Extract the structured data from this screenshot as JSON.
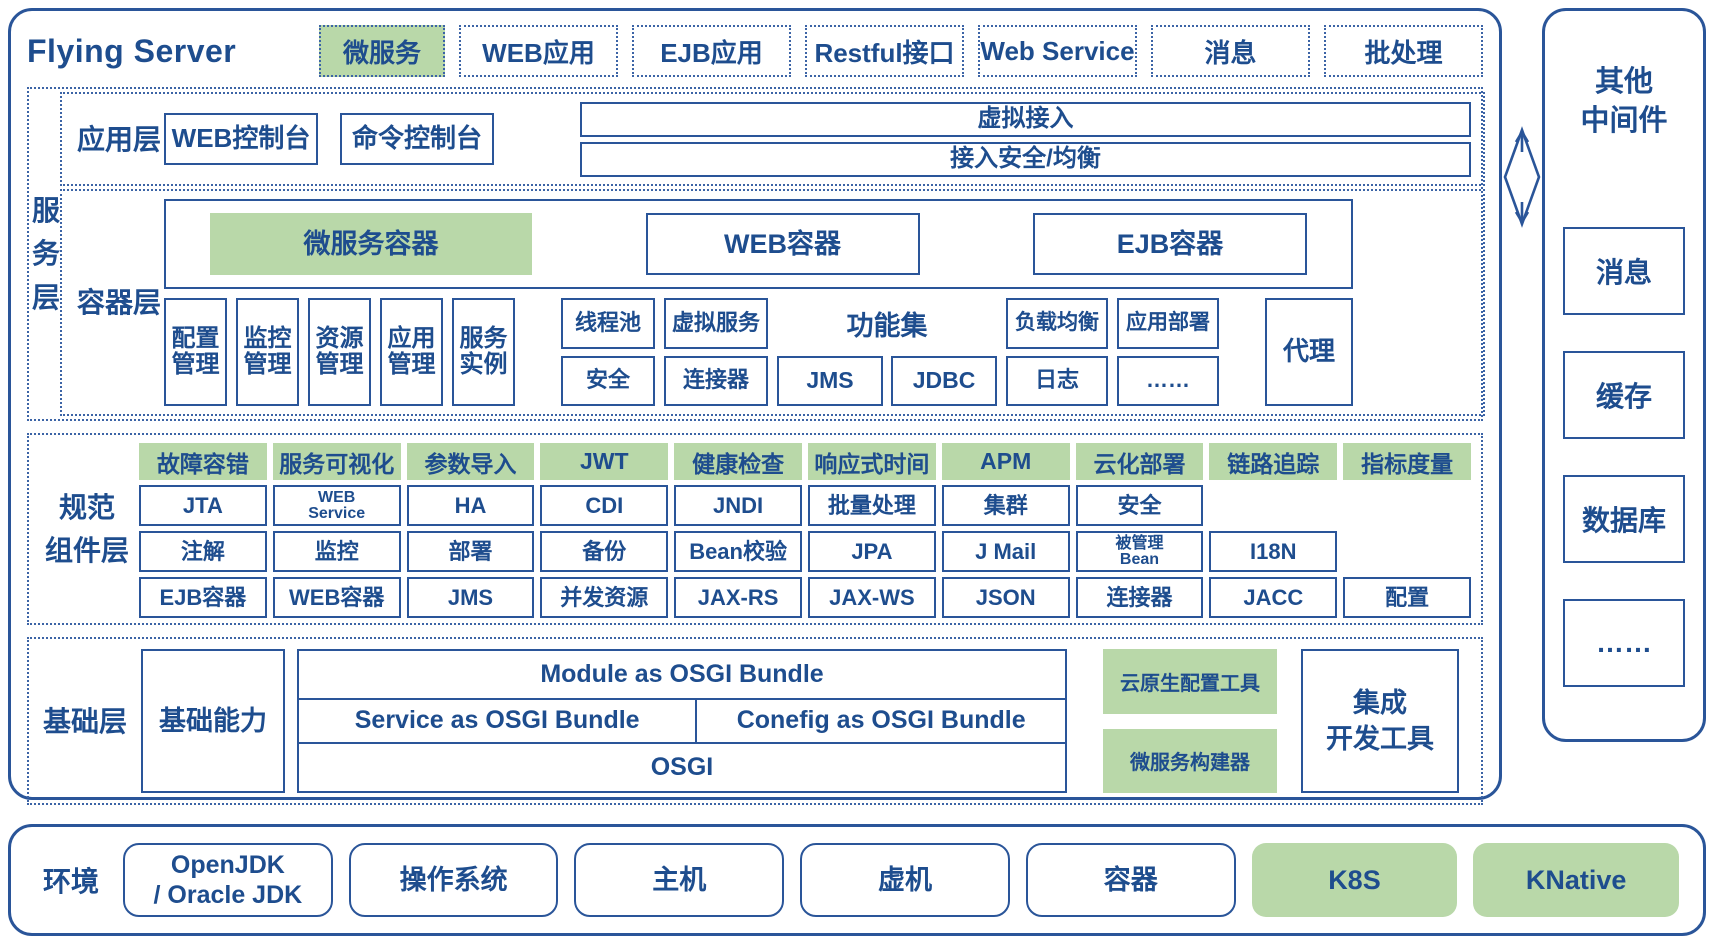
{
  "colors": {
    "blue": "#1e4d8e",
    "green": "#b9d8a9"
  },
  "title": "Flying Server",
  "header": {
    "items": [
      "微服务",
      "WEB应用",
      "EJB应用",
      "Restful接口",
      "Web Service",
      "消息",
      "批处理"
    ]
  },
  "service_layer": {
    "label": "服\n务\n层",
    "app_layer": {
      "label": "应用层",
      "consoles": [
        "WEB控制台",
        "命令控制台"
      ],
      "access": [
        "虚拟接入",
        "接入安全/均衡"
      ]
    },
    "container_layer": {
      "label": "容器层",
      "containers": [
        "微服务容器",
        "WEB容器",
        "EJB容器"
      ],
      "mgmt": [
        "配置\n管理",
        "监控\n管理",
        "资源\n管理",
        "应用\n管理",
        "服务\n实例"
      ],
      "pair1": [
        "线程池",
        "安全"
      ],
      "pair2": [
        "虚拟服务",
        "连接器"
      ],
      "funcset_label": "功能集",
      "funcset_items": [
        "JMS",
        "JDBC"
      ],
      "pair3": [
        "负载均衡",
        "日志"
      ],
      "pair4": [
        "应用部署",
        "……"
      ],
      "proxy": "代理"
    }
  },
  "spec_layer": {
    "label": "规范\n组件层",
    "columns": [
      {
        "header": "故障容错",
        "cells": [
          "JTA",
          "注解",
          "EJB容器"
        ]
      },
      {
        "header": "服务可视化",
        "cells": [
          "WEB\nService",
          "监控",
          "WEB容器"
        ]
      },
      {
        "header": "参数导入",
        "cells": [
          "HA",
          "部署",
          "JMS"
        ]
      },
      {
        "header": "JWT",
        "cells": [
          "CDI",
          "备份",
          "并发资源"
        ]
      },
      {
        "header": "健康检查",
        "cells": [
          "JNDI",
          "Bean校验",
          "JAX-RS"
        ]
      },
      {
        "header": "响应式时间",
        "cells": [
          "批量处理",
          "JPA",
          "JAX-WS"
        ]
      },
      {
        "header": "APM",
        "cells": [
          "集群",
          "J Mail",
          "JSON"
        ]
      },
      {
        "header": "云化部署",
        "cells": [
          "安全",
          "被管理\nBean",
          "连接器"
        ]
      },
      {
        "header": "链路追踪",
        "cells": [
          "",
          "I18N",
          "JACC"
        ]
      },
      {
        "header": "指标度量",
        "cells": [
          "",
          "",
          "配置"
        ]
      }
    ]
  },
  "base_layer": {
    "label": "基础层",
    "capability": "基础能力",
    "osgi": {
      "module": "Module as OSGI Bundle",
      "service": "Service as OSGI Bundle",
      "config": "Conefig as OSGI Bundle",
      "core": "OSGI"
    },
    "green_tools": [
      "云原生配置工具",
      "微服务构建器"
    ],
    "ide": "集成\n开发工具"
  },
  "right_panel": {
    "title": "其他\n中间件",
    "items": [
      "消息",
      "缓存",
      "数据库",
      "……"
    ]
  },
  "env": {
    "label": "环境",
    "items": [
      "OpenJDK\n/ Oracle JDK",
      "操作系统",
      "主机",
      "虚机",
      "容器",
      "K8S",
      "KNative"
    ]
  }
}
